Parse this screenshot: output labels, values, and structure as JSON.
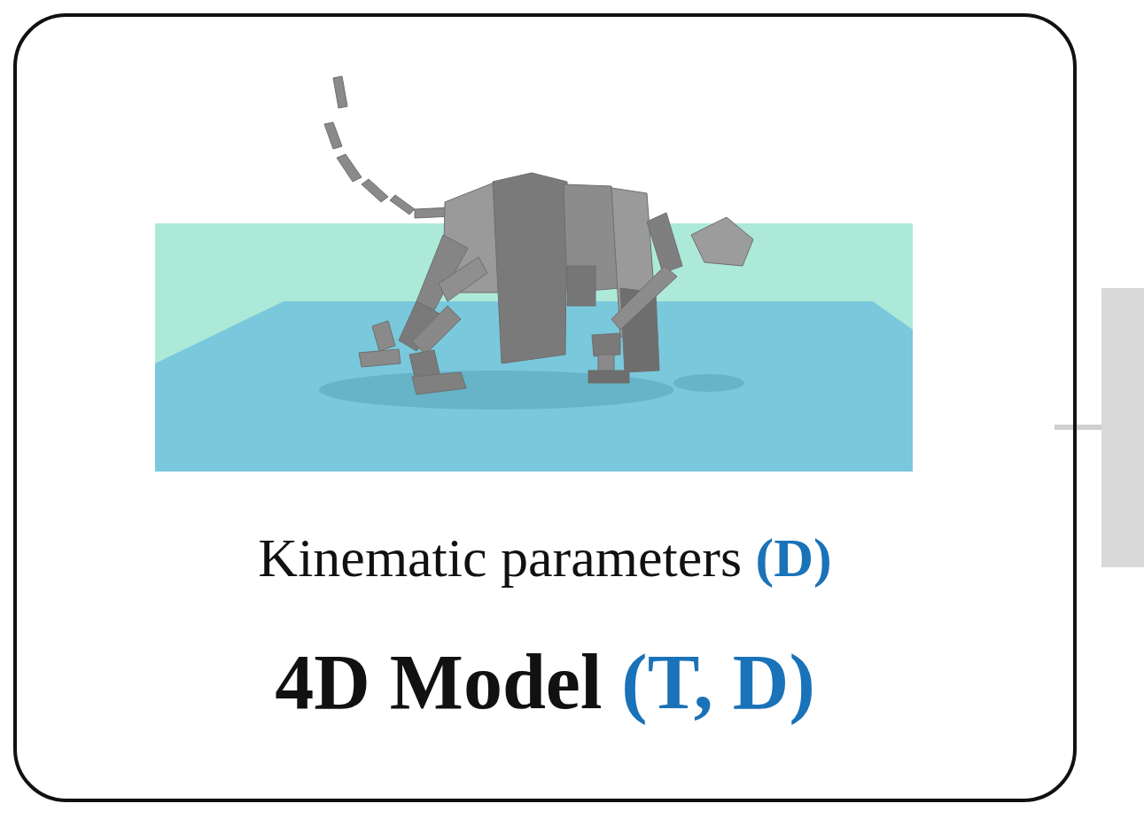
{
  "diagram": {
    "nodes": [
      {
        "text": [
          "Kinematic parameters",
          "(D)",
          "4D Model",
          "(T, D)"
        ]
      }
    ]
  }
}
